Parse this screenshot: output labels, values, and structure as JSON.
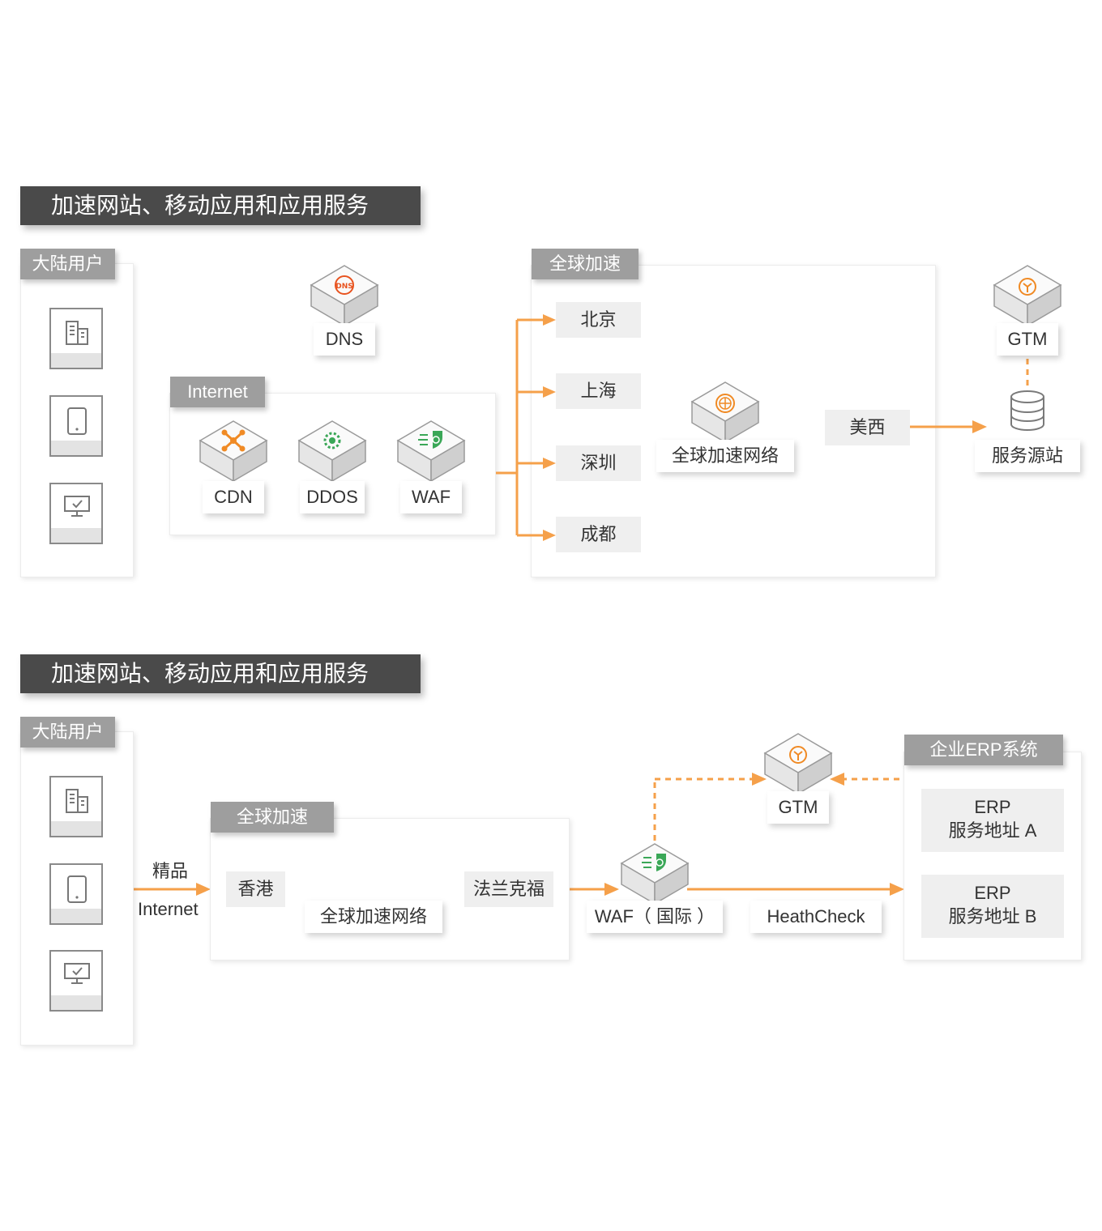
{
  "colors": {
    "accent": "#f5a04a",
    "banner": "#4a4a4a",
    "tag": "#9e9e9e",
    "green": "#3aa757",
    "orange_icon": "#f08a24"
  },
  "top": {
    "title": "加速网站、移动应用和应用服务",
    "users_tag": "大陆用户",
    "devices": [
      "building-icon",
      "tablet-icon",
      "monitor-icon"
    ],
    "dns": "DNS",
    "internet_tag": "Internet",
    "services": [
      "CDN",
      "DDOS",
      "WAF"
    ],
    "global_tag": "全球加速",
    "cities": [
      "北京",
      "上海",
      "深圳",
      "成都"
    ],
    "network": "全球加速网络",
    "us_west": "美西",
    "gtm": "GTM",
    "origin": "服务源站"
  },
  "bottom": {
    "title": "加速网站、移动应用和应用服务",
    "users_tag": "大陆用户",
    "devices": [
      "building-icon",
      "tablet-icon",
      "monitor-icon"
    ],
    "premium_line1": "精品",
    "premium_line2": "Internet",
    "global_tag": "全球加速",
    "hongkong": "香港",
    "network": "全球加速网络",
    "frankfurt": "法兰克福",
    "waf_intl": "WAF（ 国际 ）",
    "healthcheck": "HeathCheck",
    "gtm": "GTM",
    "erp_tag": "企业ERP系统",
    "erp_a_line1": "ERP",
    "erp_a_line2": "服务地址 A",
    "erp_b_line1": "ERP",
    "erp_b_line2": "服务地址 B"
  }
}
